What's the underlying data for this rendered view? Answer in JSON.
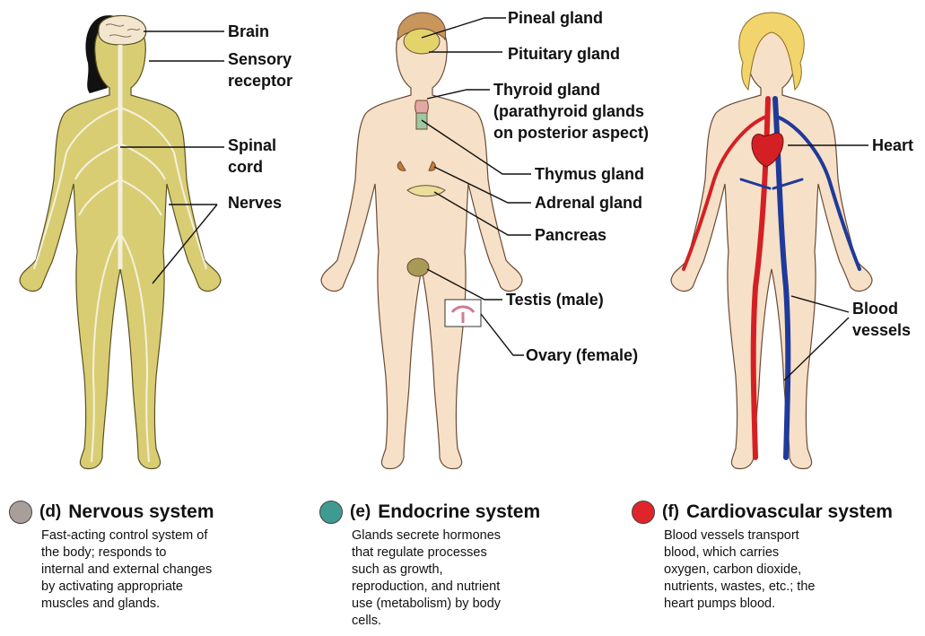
{
  "colors": {
    "nervous_swatch": "#a89e9a",
    "endocrine_swatch": "#3f9b8f",
    "cardio_swatch": "#e0242a",
    "skin": "#f6e0c7",
    "nerve_fill": "#d9cd73",
    "artery": "#d42024",
    "vein": "#1f3a9a"
  },
  "nervous": {
    "labels": {
      "brain": "Brain",
      "sensory_1": "Sensory",
      "sensory_2": "receptor",
      "spinal_1": "Spinal",
      "spinal_2": "cord",
      "nerves": "Nerves"
    },
    "letter": "(d)",
    "title": "Nervous system",
    "desc": [
      "Fast-acting control system of",
      "the body; responds to",
      "internal and external changes",
      "by activating appropriate",
      "muscles and glands."
    ]
  },
  "endocrine": {
    "labels": {
      "pineal": "Pineal gland",
      "pituitary": "Pituitary gland",
      "thyroid_1": "Thyroid gland",
      "thyroid_2": "(parathyroid glands",
      "thyroid_3": "on posterior aspect)",
      "thymus": "Thymus gland",
      "adrenal": "Adrenal gland",
      "pancreas": "Pancreas",
      "testis": "Testis (male)",
      "ovary": "Ovary (female)"
    },
    "letter": "(e)",
    "title": "Endocrine system",
    "desc": [
      "Glands secrete hormones",
      "that regulate processes",
      "such as growth,",
      "reproduction, and nutrient",
      "use (metabolism) by body",
      "cells."
    ]
  },
  "cardio": {
    "labels": {
      "heart": "Heart",
      "blood_1": "Blood",
      "blood_2": "vessels"
    },
    "letter": "(f)",
    "title": "Cardiovascular system",
    "desc": [
      "Blood vessels transport",
      "blood, which carries",
      "oxygen, carbon dioxide,",
      "nutrients, wastes, etc.; the",
      "heart pumps blood."
    ]
  }
}
